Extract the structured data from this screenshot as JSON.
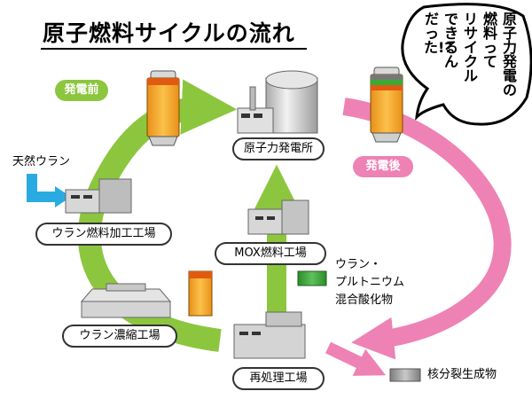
{
  "title": "原子燃料サイクルの流れ",
  "bubble": {
    "columns": [
      "原子力発電の",
      "燃料って",
      "リサイクル",
      "できるん",
      "だった!?"
    ]
  },
  "badges": {
    "before_generation": "発電前",
    "after_generation": "発電後"
  },
  "facilities": {
    "nuclear_power_plant": "原子力発電所",
    "mox_fuel_plant": "MOX燃料工場",
    "uranium_fuel_plant": "ウラン燃料加工工場",
    "uranium_enrichment_plant": "ウラン濃縮工場",
    "reprocessing_plant": "再処理工場"
  },
  "labels": {
    "natural_uranium": "天然ウラン",
    "mixed_oxide_line1": "ウラン・",
    "mixed_oxide_line2": "プルトニウム",
    "mixed_oxide_line3": "混合酸化物",
    "fission_products": "核分裂生成物"
  },
  "colors": {
    "green_arrow": "#8cc63f",
    "pink_arrow": "#ee82b4",
    "blue_arrow": "#29abe2",
    "fuel_orange": "#f7a823",
    "mixed_oxide_green": "#3aaa35",
    "fission_gray": "#9a9a9a"
  }
}
